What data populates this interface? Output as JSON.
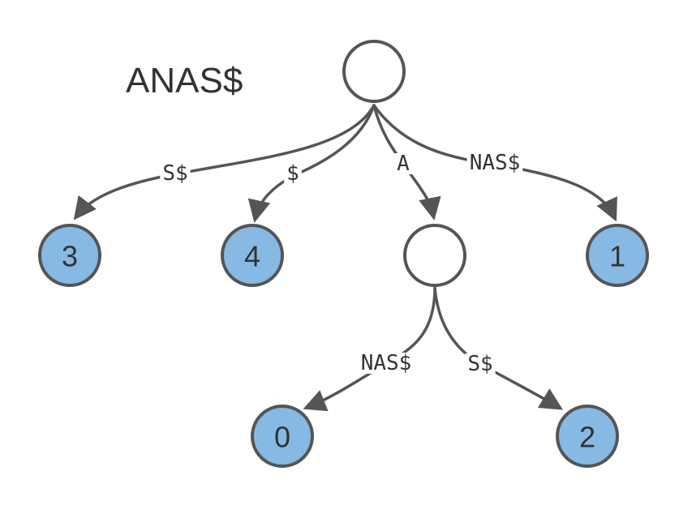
{
  "title": "ANAS$",
  "colors": {
    "leaf_fill": "#86b9e3",
    "internal_fill": "#ffffff",
    "stroke": "#555555",
    "text": "#333333"
  },
  "tree": {
    "nodes": [
      {
        "id": "root",
        "type": "internal",
        "label": ""
      },
      {
        "id": "leaf-3",
        "type": "leaf",
        "label": "3"
      },
      {
        "id": "leaf-4",
        "type": "leaf",
        "label": "4"
      },
      {
        "id": "node-a",
        "type": "internal",
        "label": ""
      },
      {
        "id": "leaf-1",
        "type": "leaf",
        "label": "1"
      },
      {
        "id": "leaf-0",
        "type": "leaf",
        "label": "0"
      },
      {
        "id": "leaf-2",
        "type": "leaf",
        "label": "2"
      }
    ],
    "edges": [
      {
        "from": "root",
        "to": "leaf-3",
        "label": "S$"
      },
      {
        "from": "root",
        "to": "leaf-4",
        "label": "$"
      },
      {
        "from": "root",
        "to": "node-a",
        "label": "A"
      },
      {
        "from": "root",
        "to": "leaf-1",
        "label": "NAS$"
      },
      {
        "from": "node-a",
        "to": "leaf-0",
        "label": "NAS$"
      },
      {
        "from": "node-a",
        "to": "leaf-2",
        "label": "S$"
      }
    ]
  }
}
